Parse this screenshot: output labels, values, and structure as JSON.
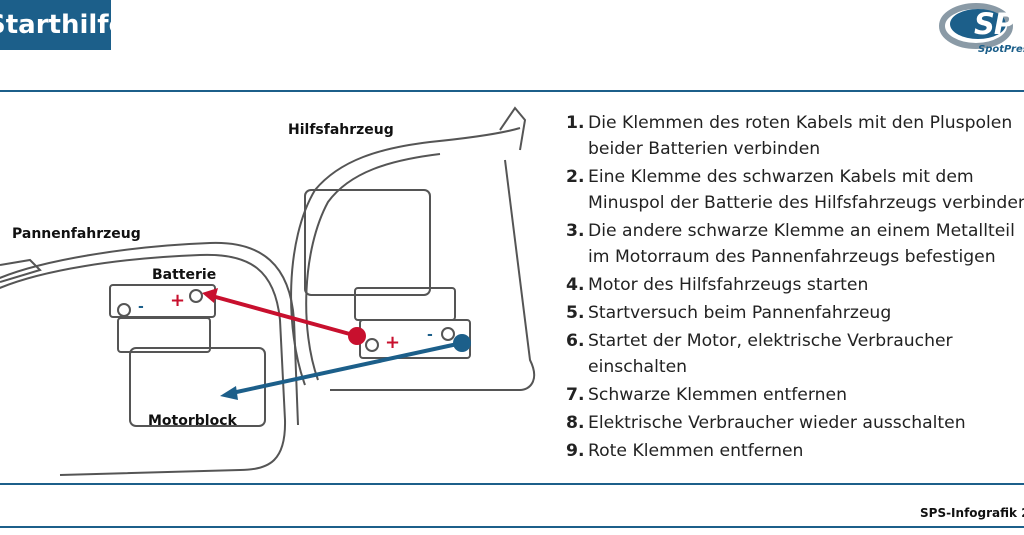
{
  "header": {
    "title": "Starthilfe",
    "logo_text": "SPS",
    "logo_subtext": "SpotPress",
    "brand_color": "#1c5f8a"
  },
  "diagram": {
    "labels": {
      "helper_vehicle": "Hilfsfahrzeug",
      "broken_vehicle": "Pannenfahrzeug",
      "battery": "Batterie",
      "engine_block": "Motorblock"
    },
    "plus_sign": "+",
    "minus_sign": "-",
    "cable_colors": {
      "red": "#c8102e",
      "blue": "#1c5f8a"
    }
  },
  "steps": [
    {
      "num": "1.",
      "text": "Die Klemmen des roten Kabels mit den Pluspolen\nbeider Batterien verbinden"
    },
    {
      "num": "2.",
      "text": "Eine Klemme des schwarzen Kabels mit dem\nMinuspol der Batterie des Hilfsfahrzeugs verbinden"
    },
    {
      "num": "3.",
      "text": "Die andere schwarze Klemme an einem Metallteil\nim Motorraum des Pannenfahrzeugs befestigen"
    },
    {
      "num": "4.",
      "text": "Motor des Hilfsfahrzeugs starten"
    },
    {
      "num": "5.",
      "text": "Startversuch beim Pannenfahrzeug"
    },
    {
      "num": "6.",
      "text": "Startet der Motor, elektrische Verbraucher\neinschalten"
    },
    {
      "num": "7.",
      "text": "Schwarze Klemmen entfernen"
    },
    {
      "num": "8.",
      "text": "Elektrische Verbraucher wieder ausschalten"
    },
    {
      "num": "9.",
      "text": "Rote Klemmen entfernen"
    }
  ],
  "footer": {
    "credit": "SPS-Infografik 2"
  }
}
